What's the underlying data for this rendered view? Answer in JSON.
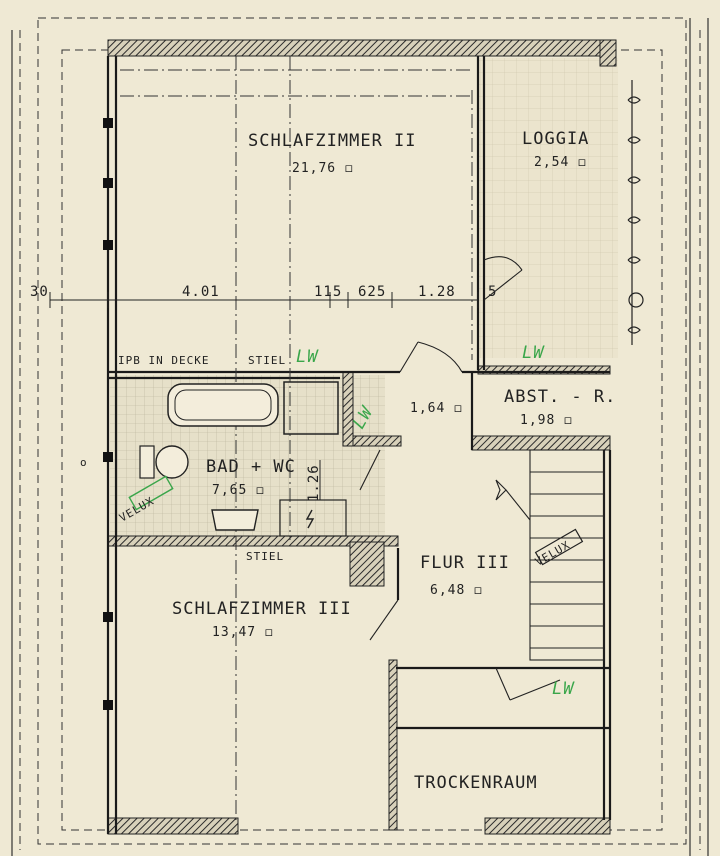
{
  "rooms": {
    "schlafzimmer2": {
      "name": "SCHLAFZIMMER II",
      "area": "21,76 ◻"
    },
    "loggia": {
      "name": "LOGGIA",
      "area": "2,54 ◻"
    },
    "bad": {
      "name": "BAD + WC",
      "area": "7,65 ◻"
    },
    "abst": {
      "name": "ABST. - R.",
      "area": "1,98 ◻"
    },
    "closet": {
      "area": "1,64 ◻"
    },
    "flur": {
      "name": "FLUR III",
      "area": "6,48 ◻"
    },
    "schlafzimmer3": {
      "name": "SCHLAFZIMMER III",
      "area": "13,47 ◻"
    },
    "trockenraum": {
      "name": "TROCKENRAUM"
    }
  },
  "dimensions": {
    "d30": "30",
    "d401": "4.01",
    "d115": "115",
    "d625": "625",
    "d128": "1.28",
    "d5": "5",
    "d126": "1.26"
  },
  "notes": {
    "ipb": "IPB IN DECKE",
    "stiel1": "STIEL",
    "stiel2": "STIEL",
    "velux1": "VELUX",
    "velux2": "VELUX",
    "lw1": "LW",
    "lw2": "LW",
    "lw3": "LW",
    "lw4": "LW",
    "mark_o": "o"
  },
  "colors": {
    "paper": "#efe9d4",
    "ink": "#222222",
    "hatch": "#3a3a3a",
    "green_note": "#3aa64a"
  }
}
